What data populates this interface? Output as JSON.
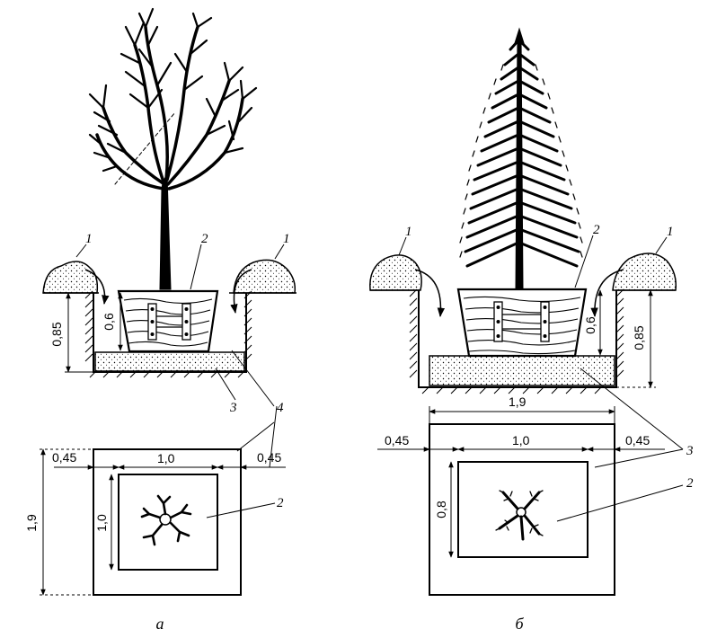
{
  "left_figure": {
    "caption": "а",
    "callouts": {
      "mound": "1",
      "root_ball": "2",
      "soil_layer": "3",
      "pit": "4"
    },
    "section_dimensions": {
      "pit_depth": "0,85",
      "root_ball_height": "0,6"
    },
    "plan_dimensions": {
      "total_width": "1,9",
      "margin_left": "0,45",
      "inner_width": "1,0",
      "margin_right": "0,45",
      "inner_height": "1,0"
    }
  },
  "right_figure": {
    "caption": "б",
    "callouts": {
      "mound_left": "1",
      "mound_right": "1",
      "root_ball": "2",
      "pit": "3"
    },
    "section_dimensions": {
      "root_ball_height": "0,6",
      "pit_depth": "0,85"
    },
    "plan_dimensions": {
      "total_width": "1,9",
      "margin_left": "0,45",
      "inner_width": "1,0",
      "margin_right": "0,45",
      "inner_height": "0,8"
    }
  }
}
